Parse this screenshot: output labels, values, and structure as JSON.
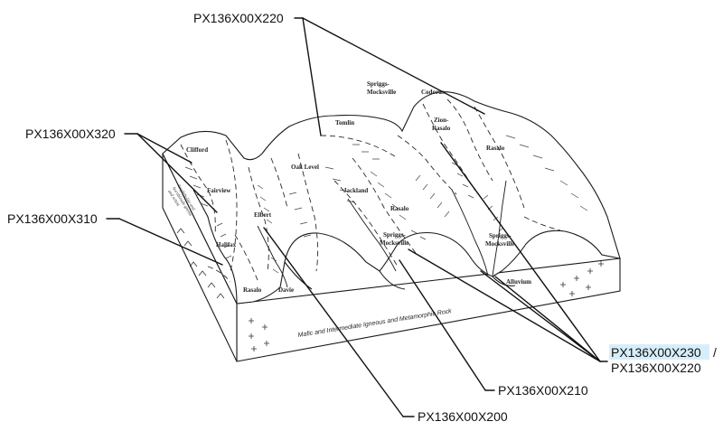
{
  "colors": {
    "ink": "#111111",
    "highlight": "#d7eefa",
    "paper": "#ffffff"
  },
  "callouts": {
    "top": "PX136X00X220",
    "left_upper": "PX136X00X320",
    "left_lower": "PX136X00X310",
    "right_highlighted": "PX136X00X230",
    "right_separator": "/",
    "right_second": "PX136X00X220",
    "bottom_middle": "PX136X00X210",
    "bottom": "PX136X00X200"
  },
  "soil_units": {
    "clifford": "Clifford",
    "fairview": "Fairview",
    "halifax": "Halifax",
    "elbert": "Elbert",
    "rasalo_front": "Rasalo",
    "davie": "Davie",
    "oak_level": "Oak Level",
    "tomlin": "Tomlin",
    "spriggs_top_1": "Spriggs-",
    "spriggs_top_2": "Mocksville",
    "codorus": "Codorus",
    "zion_1": "Zion-",
    "zion_2": "Rasalo",
    "rasalo_right": "Rasalo",
    "jackland": "Jackland",
    "rasalo_mid": "Rasalo",
    "spriggs_mid_1": "Spriggs-",
    "spriggs_mid_2": "Mocksville",
    "spriggs_right_1": "Spriggs-",
    "spriggs_right_2": "Mocksville",
    "alluvium": "Alluvium"
  },
  "bedrock_label": "Mafic and Intermediate Igneous and Metamorphic Rock",
  "side_face_lines": [
    "Amphibolite and",
    "hornblende gneiss",
    "and schist"
  ]
}
